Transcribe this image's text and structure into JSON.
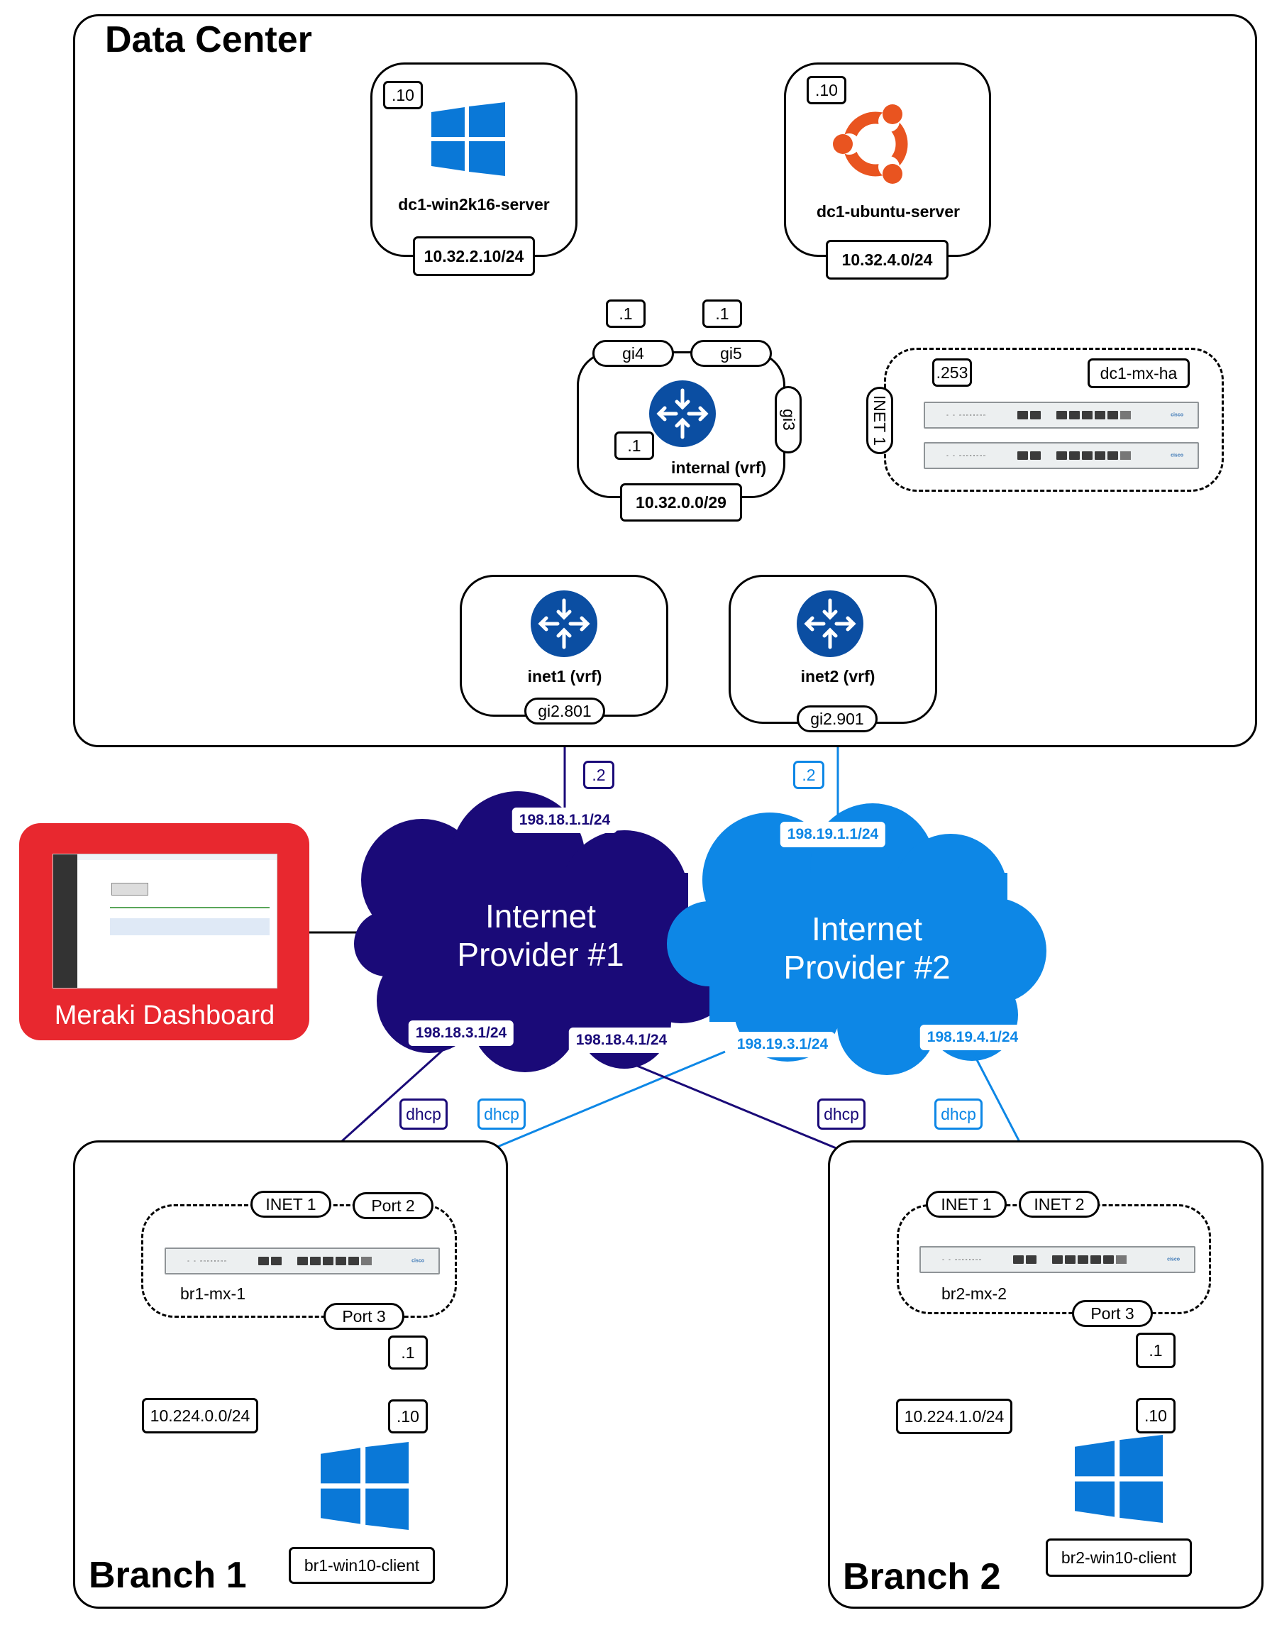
{
  "sites": {
    "data_center": "Data Center",
    "branch1": "Branch 1",
    "branch2": "Branch 2"
  },
  "dc": {
    "win_server": {
      "host": ".10",
      "name": "dc1-win2k16-server",
      "subnet": "10.32.2.10/24"
    },
    "ubuntu_server": {
      "host": ".10",
      "name": "dc1-ubuntu-server",
      "subnet": "10.32.4.0/24"
    },
    "internal_router": {
      "name": "internal (vrf)",
      "subnet": "10.32.0.0/29",
      "host": ".1",
      "if_gi4": "gi4",
      "if_gi5": "gi5",
      "if_gi3": "gi3",
      "gi4_host": ".1",
      "gi5_host": ".1"
    },
    "mx_ha": {
      "name": "dc1-mx-ha",
      "host": ".253",
      "port": "INET 1"
    },
    "inet1_router": {
      "name": "inet1 (vrf)",
      "interface": "gi2.801",
      "host": ".2",
      "wan": "198.18.1.1/24"
    },
    "inet2_router": {
      "name": "inet2 (vrf)",
      "interface": "gi2.901",
      "host": ".2",
      "wan": "198.19.1.1/24"
    }
  },
  "providers": {
    "isp1": {
      "line1": "Internet",
      "line2": "Provider #1",
      "wan_branch1": "198.18.3.1/24",
      "wan_branch2": "198.18.4.1/24"
    },
    "isp2": {
      "line1": "Internet",
      "line2": "Provider #2",
      "wan_branch1": "198.19.3.1/24",
      "wan_branch2": "198.19.4.1/24"
    }
  },
  "dashboard": {
    "label": "Meraki Dashboard"
  },
  "branch1": {
    "mx_name": "br1-mx-1",
    "port_inet1": "INET 1",
    "port_port2": "Port 2",
    "port_port3": "Port 3",
    "dhcp_isp1": "dhcp",
    "dhcp_isp2": "dhcp",
    "lan_subnet": "10.224.0.0/24",
    "gw_host": ".1",
    "client_host": ".10",
    "client_name": "br1-win10-client"
  },
  "branch2": {
    "mx_name": "br2-mx-2",
    "port_inet1": "INET 1",
    "port_inet2": "INET 2",
    "port_port3": "Port 3",
    "dhcp_isp1": "dhcp",
    "dhcp_isp2": "dhcp",
    "lan_subnet": "10.224.1.0/24",
    "gw_host": ".1",
    "client_host": ".10",
    "client_name": "br2-win10-client"
  },
  "colors": {
    "isp1": "#1a0a78",
    "isp2": "#0d87e6",
    "windows": "#0a78d7",
    "ubuntu": "#e95420",
    "meraki": "#e8282f",
    "router": "#0b4ea2"
  },
  "icons": {
    "windows": "windows-logo-icon",
    "ubuntu": "ubuntu-logo-icon",
    "router": "router-icon",
    "appliance": "meraki-mx-appliance-icon",
    "cloud": "cloud-icon"
  }
}
